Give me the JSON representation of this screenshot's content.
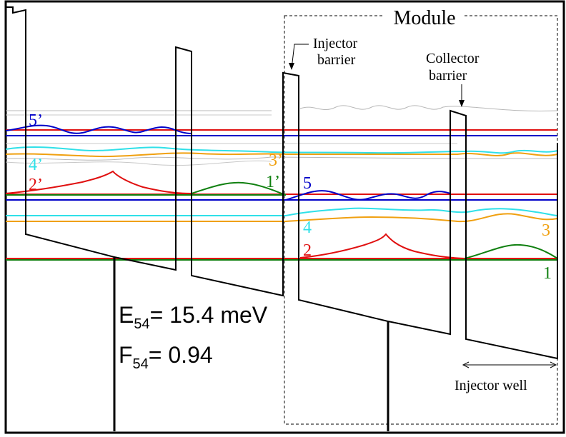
{
  "module": {
    "label": "Module"
  },
  "annotations": {
    "injector_barrier_line1": "Injector",
    "injector_barrier_line2": "barrier",
    "collector_barrier_line1": "Collector",
    "collector_barrier_line2": "barrier",
    "injector_well": "Injector well"
  },
  "states": {
    "s5p": "5’",
    "s4p": "4’",
    "s3p": "3’",
    "s2p": "2’",
    "s1p": "1’",
    "s5": "5",
    "s4": "4",
    "s3": "3",
    "s2": "2",
    "s1": "1"
  },
  "energy": {
    "e_main": "E",
    "e_sub": "54",
    "e_value": "= 15.4 meV",
    "f_main": "F",
    "f_sub": "54",
    "f_value": "= 0.94"
  },
  "colors": {
    "state5": "#0000c8",
    "state4": "#2fe0e8",
    "state3": "#f0a010",
    "state2": "#e01010",
    "state1": "#108010",
    "band": "#000000",
    "ghost": "#b8b8b8"
  }
}
